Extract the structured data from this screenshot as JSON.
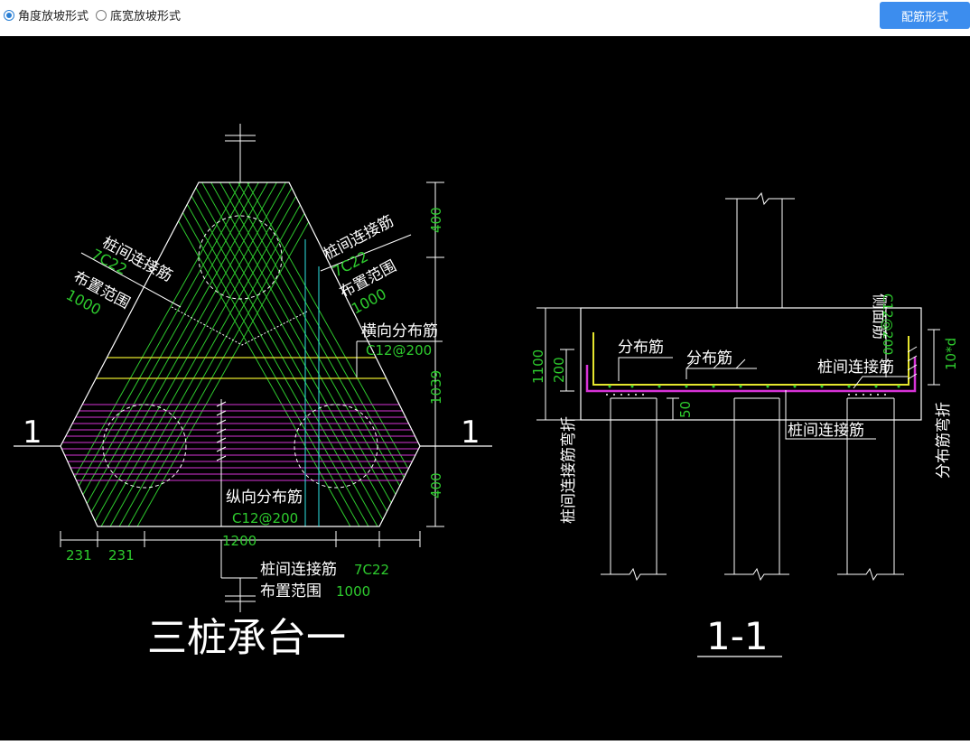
{
  "toolbar": {
    "options": [
      "角度放坡形式",
      "底宽放坡形式"
    ],
    "selected_index": 0,
    "button_label": "配筋形式"
  },
  "drawing": {
    "plan": {
      "label_section_left": "1",
      "label_section_right": "1",
      "left_rebar_name": "桩间连接筋",
      "left_rebar_spec": "7C22",
      "left_range_name": "布置范围",
      "left_range_value": "1000",
      "right_rebar_name": "桩间连接筋",
      "right_rebar_spec": "7C22",
      "right_range_name": "布置范围",
      "right_range_value": "1000",
      "transverse_name": "横向分布筋",
      "transverse_spec": "C12@200",
      "longitudinal_name": "纵向分布筋",
      "longitudinal_spec": "C12@200",
      "bottom_rebar_name": "桩间连接筋",
      "bottom_rebar_spec": "7C22",
      "bottom_range_name": "布置范围",
      "bottom_range_value": "1000",
      "dim_top": "400",
      "dim_mid": "1039",
      "dim_bottom": "400",
      "dim_231_a": "231",
      "dim_231_b": "231",
      "dim_1200": "1200",
      "title": "三桩承台一"
    },
    "section": {
      "label_distribution_1": "分布筋",
      "label_distribution_2": "分布筋",
      "label_pile_connect_1": "桩间连接筋",
      "label_pile_connect_2": "桩间连接筋",
      "label_side_rebar": "侧面筋",
      "label_side_spec": "C12@200",
      "label_bend_left": "桩间连接筋弯折",
      "label_bend_right": "分布筋弯折",
      "label_10d": "10*d",
      "dim_1100": "1100",
      "dim_200": "200",
      "dim_50": "50",
      "title": "1-1"
    }
  }
}
